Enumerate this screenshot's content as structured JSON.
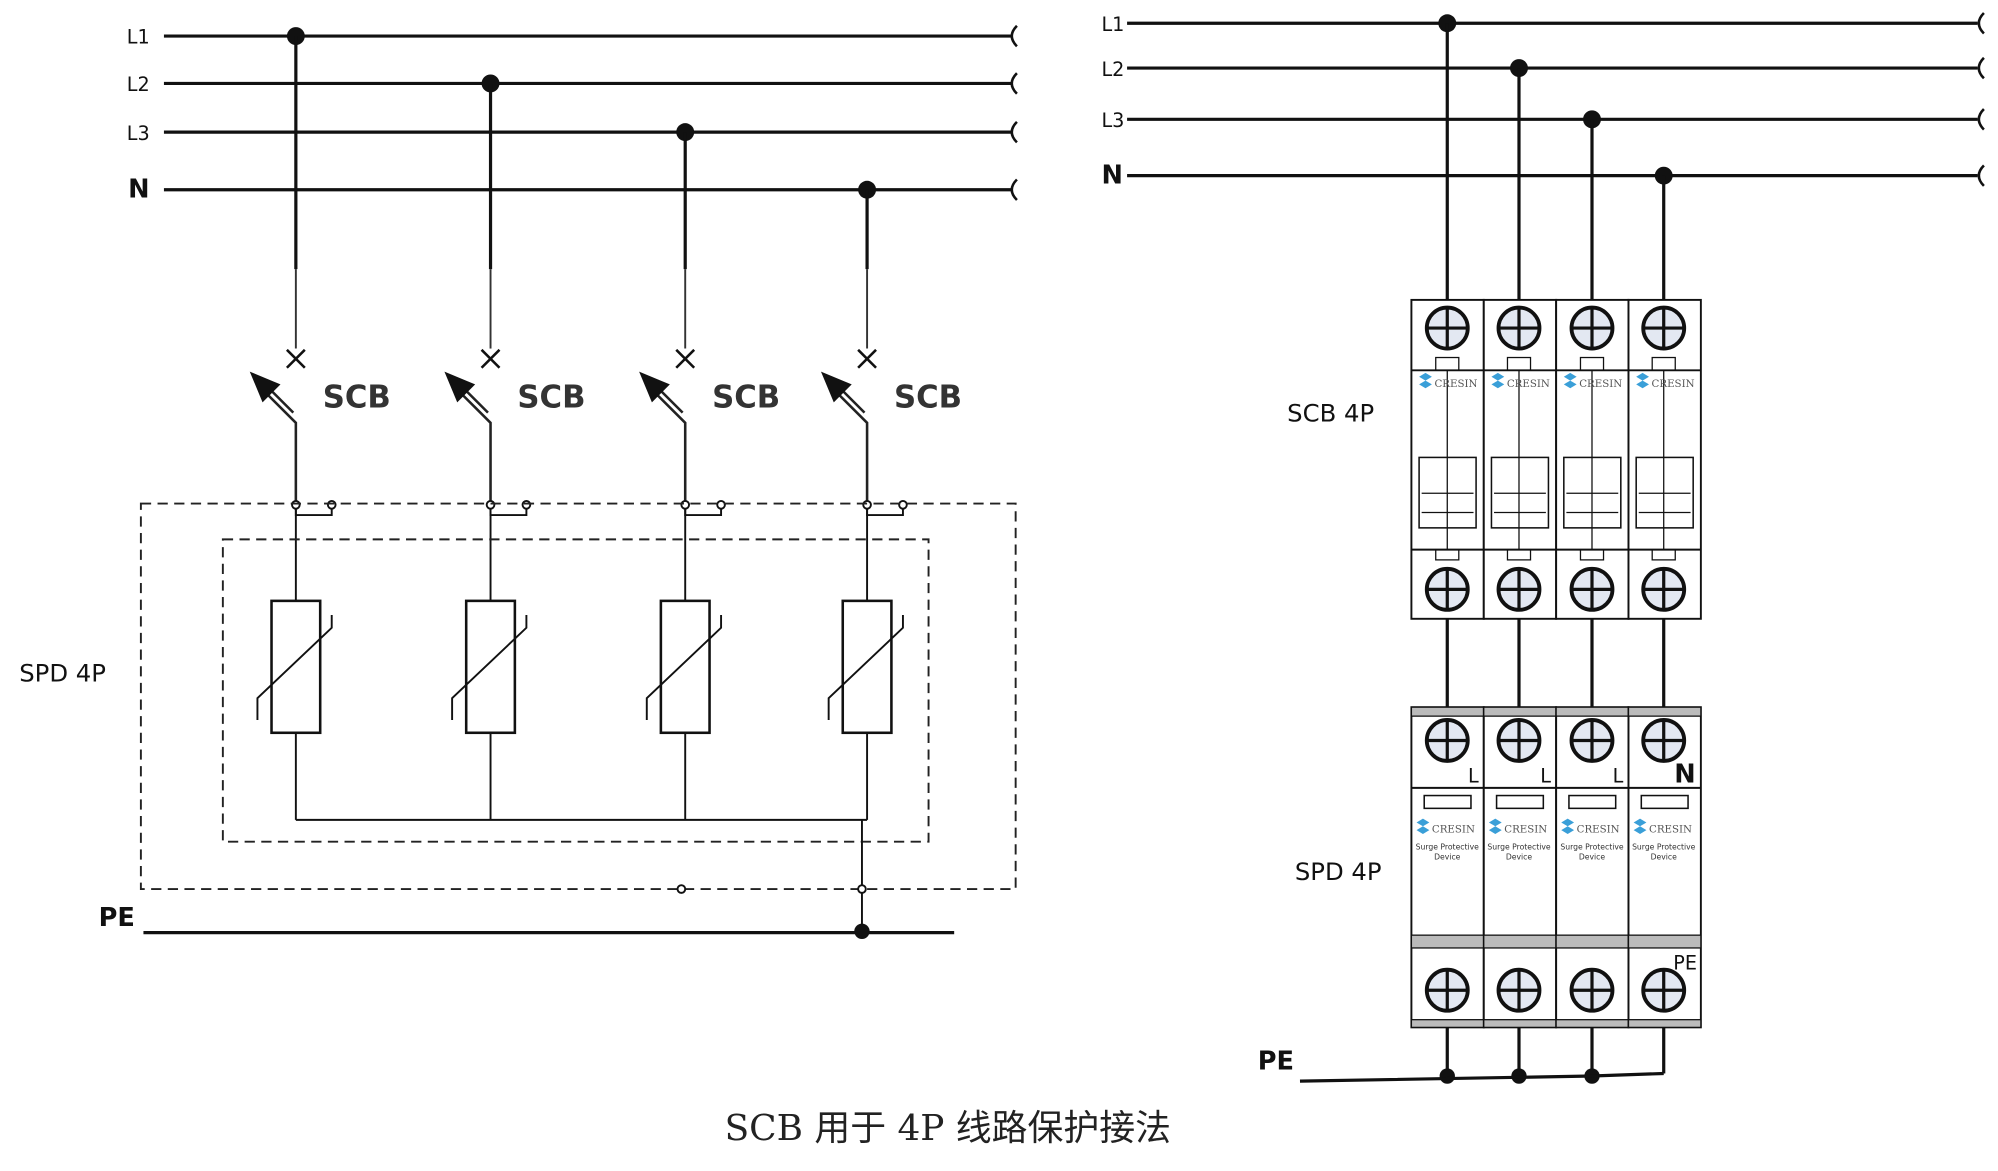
{
  "left_diagram": {
    "line_labels": [
      "L1",
      "L2",
      "L3",
      "N"
    ],
    "breaker_labels": [
      "SCB",
      "SCB",
      "SCB",
      "SCB"
    ],
    "spd_label": "SPD 4P",
    "pe_label": "PE"
  },
  "right_diagram": {
    "line_labels": [
      "L1",
      "L2",
      "L3",
      "N"
    ],
    "scb_label": "SCB 4P",
    "spd_label": "SPD 4P",
    "pe_label": "PE",
    "brand": "CRESIN",
    "spd_device_text": [
      "Surge Protective",
      "Device"
    ],
    "spd_terminal_labels": [
      "L",
      "L",
      "L",
      "N"
    ],
    "spd_pe_terminal_label": "PE",
    "brand_color": "#3a9fd8"
  },
  "caption": "SCB 用于 4P 线路保护接法"
}
